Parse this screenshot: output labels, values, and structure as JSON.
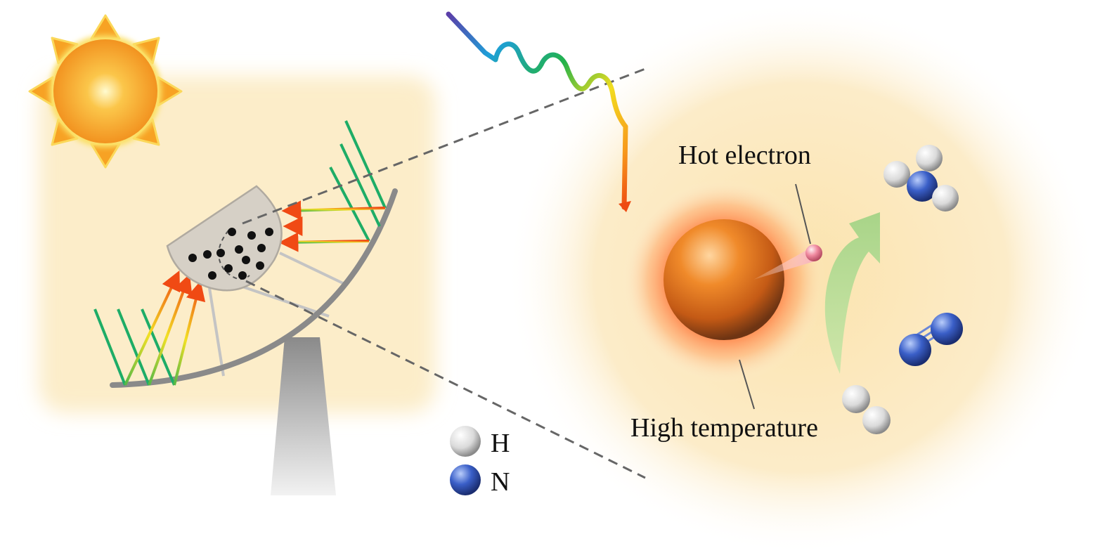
{
  "labels": {
    "hot_electron": "Hot electron",
    "high_temperature": "High temperature"
  },
  "legend": [
    {
      "symbol": "H",
      "color": "#e8e8e8"
    },
    {
      "symbol": "N",
      "color": "#3a5fc8"
    }
  ],
  "icons": [
    "sun-icon",
    "solar-dish-concentrator",
    "light-wave",
    "hot-nanoparticle",
    "hot-electron-sphere",
    "ammonia-molecule",
    "nitrogen-molecule",
    "hydrogen-molecule",
    "reaction-arrow"
  ],
  "colors": {
    "glow": "#fbe6b8",
    "sun": "#f6a623",
    "particle": "#e3731d",
    "electron": "#f08aa0",
    "nitrogen": "#3a5fc8",
    "hydrogen": "#e8e8e8",
    "arrow": "#b8dc94"
  }
}
